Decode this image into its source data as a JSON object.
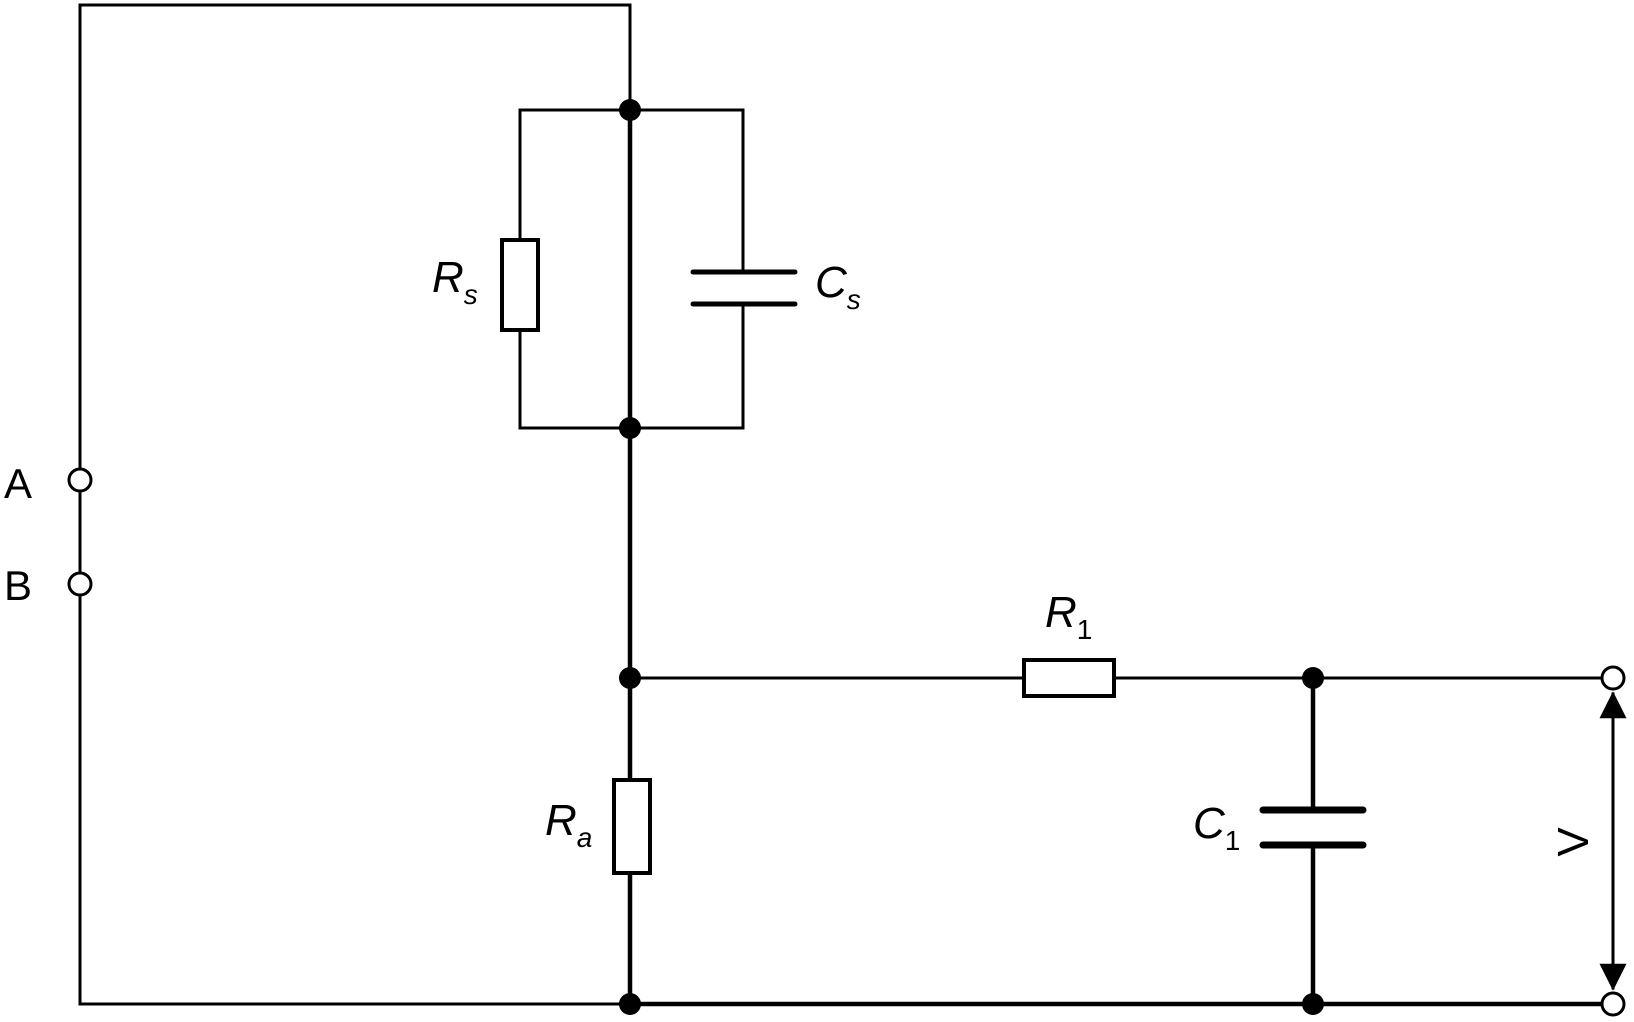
{
  "terminals": {
    "a": "A",
    "b": "B"
  },
  "components": {
    "rs": {
      "main": "R",
      "sub": "s"
    },
    "cs": {
      "main": "C",
      "sub": "s"
    },
    "ra": {
      "main": "R",
      "sub": "a"
    },
    "r1": {
      "main": "R",
      "sub": "1"
    },
    "c1": {
      "main": "C",
      "sub": "1"
    }
  },
  "output": {
    "voltage": "V"
  },
  "colors": {
    "ink": "#000000",
    "background": "#ffffff"
  }
}
